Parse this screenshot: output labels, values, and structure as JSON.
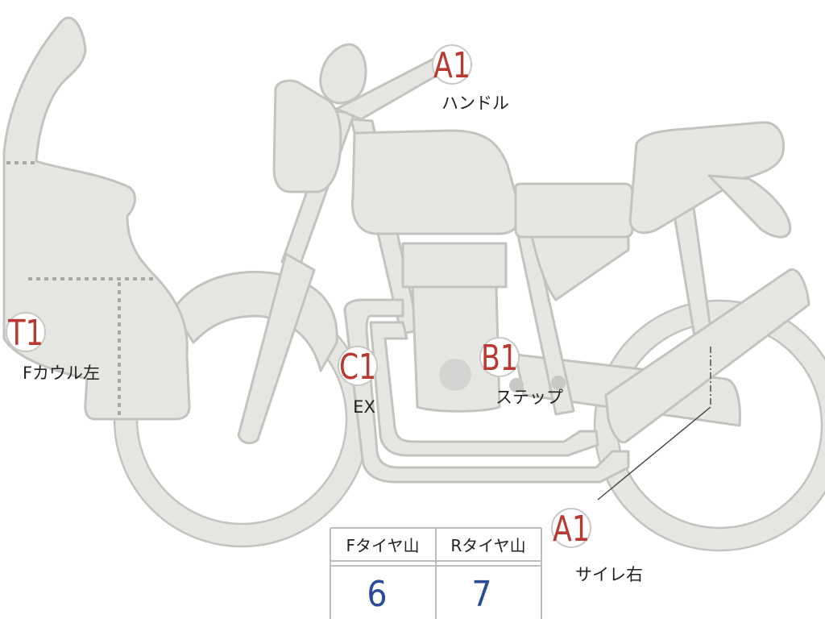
{
  "callouts": [
    {
      "id": "handle",
      "code": "A1",
      "label": "ハンドル"
    },
    {
      "id": "f-cowl-left",
      "code": "T1",
      "label": "Fカウル左"
    },
    {
      "id": "exhaust",
      "code": "C1",
      "label": "EX"
    },
    {
      "id": "step",
      "code": "B1",
      "label": "ステップ"
    },
    {
      "id": "muffler-right",
      "code": "A1",
      "label": "サイレ右"
    }
  ],
  "tire_table": {
    "headers": [
      "Fタイヤ山",
      "Rタイヤ山"
    ],
    "values": [
      "6",
      "7"
    ]
  },
  "colors": {
    "part_fill": "#e6e6e3",
    "part_outline": "#c3c3c0",
    "code_text": "#b73a33",
    "value_text": "#2a4a9a"
  }
}
